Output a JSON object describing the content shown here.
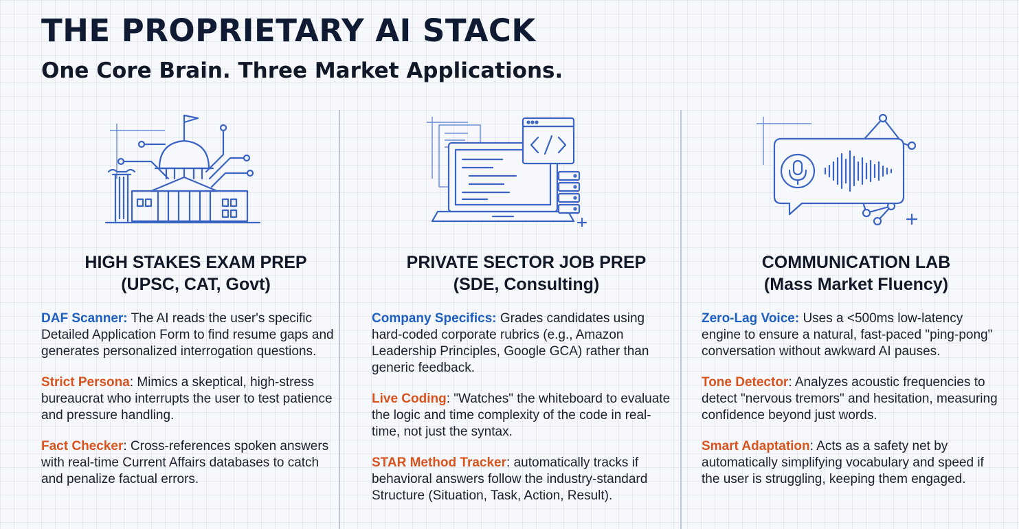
{
  "header": {
    "title": "THE PROPRIETARY AI STACK",
    "subtitle": "One Core Brain. Three Market Applications."
  },
  "columns": [
    {
      "icon": "government-building-circuit-icon",
      "title_line1": "HIGH STAKES EXAM PREP",
      "title_line2": "(UPSC, CAT, Govt)",
      "features": [
        {
          "name": "DAF Scanner:",
          "text": " The AI reads the user's specific Detailed Application Form to find resume gaps and generates personalized interrogation questions.",
          "color": "#1f5fbf"
        },
        {
          "name": "Strict Persona",
          "text": ": Mimics a skeptical, high-stress bureaucrat who interrupts the user to test patience and pressure handling.",
          "color": "#d9531e"
        },
        {
          "name": "Fact Checker",
          "text": ": Cross-references spoken answers with real-time Current Affairs databases to catch and penalize factual errors.",
          "color": "#d9531e"
        }
      ]
    },
    {
      "icon": "laptop-code-icon",
      "title_line1": "PRIVATE SECTOR JOB PREP",
      "title_line2": "(SDE, Consulting)",
      "features": [
        {
          "name": "Company Specifics:",
          "text": " Grades candidates using hard-coded corporate rubrics (e.g., Amazon Leadership Principles, Google GCA) rather than generic feedback.",
          "color": "#1f5fbf"
        },
        {
          "name": "Live Coding",
          "text": ": \"Watches\" the whiteboard to evaluate the logic and time complexity of the code in real-time, not just the syntax.",
          "color": "#d9531e"
        },
        {
          "name": "STAR Method Tracker",
          "text": ": automatically tracks if behavioral answers follow the industry-standard Structure (Situation, Task, Action, Result).",
          "color": "#d9531e"
        }
      ]
    },
    {
      "icon": "voice-waveform-chat-icon",
      "title_line1": "COMMUNICATION LAB",
      "title_line2": "(Mass Market Fluency)",
      "features": [
        {
          "name": "Zero-Lag Voice:",
          "text": " Uses a <500ms low-latency engine to ensure a natural, fast-paced \"ping-pong\" conversation without awkward AI pauses.",
          "color": "#1f5fbf"
        },
        {
          "name": "Tone Detector",
          "text": ": Analyzes acoustic frequencies to detect \"nervous tremors\" and hesitation, measuring confidence beyond just words.",
          "color": "#d9531e"
        },
        {
          "name": "Smart Adaptation",
          "text": ": Acts as a safety net by automatically simplifying vocabulary and speed if the user is struggling, keeping them engaged.",
          "color": "#d9531e"
        }
      ]
    }
  ]
}
